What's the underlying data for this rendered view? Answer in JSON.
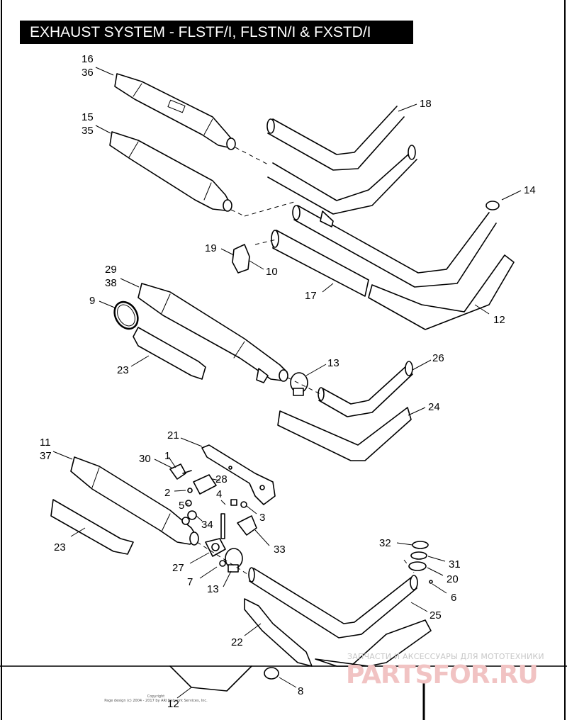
{
  "title": "EXHAUST SYSTEM - FLSTF/I, FLSTN/I & FXSTD/I",
  "callouts": {
    "c16": "16",
    "c36": "36",
    "c15": "15",
    "c35": "35",
    "c18": "18",
    "c14": "14",
    "c19": "19",
    "c10": "10",
    "c17": "17",
    "c12a": "12",
    "c29": "29",
    "c38": "38",
    "c9": "9",
    "c23a": "23",
    "c13a": "13",
    "c26": "26",
    "c24": "24",
    "c21": "21",
    "c11": "11",
    "c37": "37",
    "c30": "30",
    "c1": "1",
    "c28": "28",
    "c2": "2",
    "c4": "4",
    "c5": "5",
    "c3": "3",
    "c34": "34",
    "c23b": "23",
    "c33": "33",
    "c27": "27",
    "c32": "32",
    "c31": "31",
    "c7": "7",
    "c20": "20",
    "c13b": "13",
    "c6": "6",
    "c25": "25",
    "c22": "22",
    "c8": "8",
    "c12b": "12"
  },
  "watermark": {
    "tagline": "ЗАПЧАСТИ И АКСЕССУАРЫ ДЛЯ МОТОТЕХНИКИ",
    "logo": "PARTSFOR.RU"
  },
  "copyright": {
    "line1": "Copyright",
    "line2": "Page design (c) 2004 - 2017 by ARI Network Services, Inc."
  }
}
